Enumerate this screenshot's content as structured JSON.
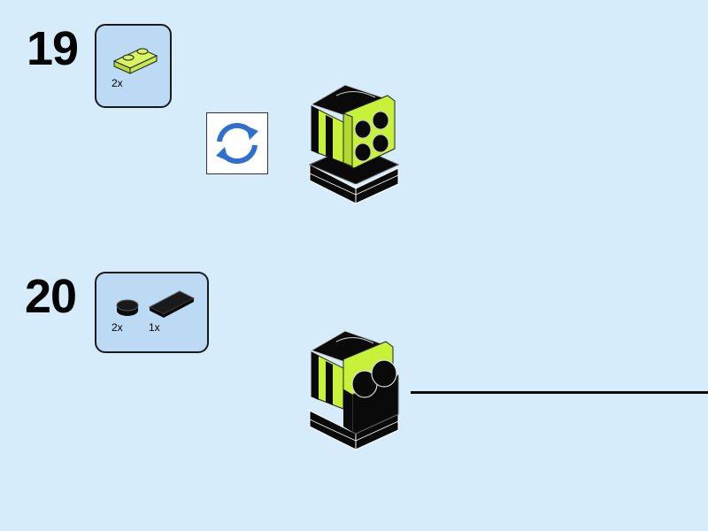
{
  "steps": [
    {
      "number": "19",
      "parts": [
        {
          "name": "lime-transparent-plate-1x2",
          "count": "2x"
        }
      ]
    },
    {
      "number": "20",
      "parts": [
        {
          "name": "black-round-tile-1x1",
          "count": "2x"
        },
        {
          "name": "black-tile-1x2",
          "count": "1x"
        }
      ]
    }
  ],
  "icons": {
    "rotate": "rotate-arrows-icon"
  },
  "colors": {
    "background": "#d6ecfa",
    "parts_box": "#bcdaf4",
    "brick_black": "#0a0a0a",
    "brick_lime": "#c8f23a",
    "rotate_blue": "#2f6fcf"
  }
}
